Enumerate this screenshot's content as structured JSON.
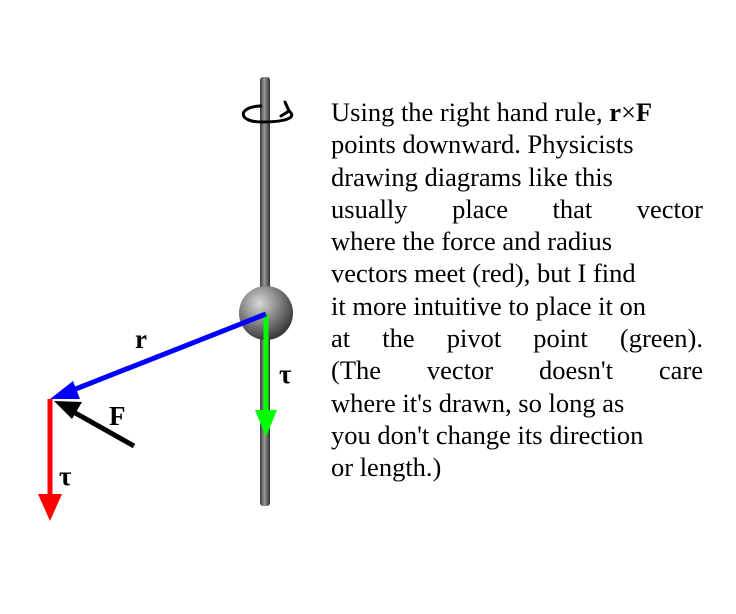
{
  "labels": {
    "r": "r",
    "force": "F",
    "tau_pivot": "τ",
    "tau_meeting": "τ"
  },
  "explanation": {
    "line1_prefix": "Using the right hand rule, ",
    "line1_r": "r",
    "line1_cross": "×",
    "line1_f": "F",
    "lines": [
      "points downward.  Physicists",
      "drawing diagrams like this",
      "usually place that vector",
      "where the force and radius",
      "vectors meet (red), but I find",
      "it more intuitive to place it on",
      "at the pivot point (green).",
      "(The vector doesn't care",
      "where it's drawn, so long as",
      "you don't change its direction",
      "or length.)"
    ]
  },
  "colors": {
    "radius_vector": "#0000ff",
    "force_vector": "#000000",
    "torque_at_meeting": "#ff0000",
    "torque_at_pivot": "#00ff00",
    "axle": "#555555"
  },
  "icons": {
    "rotation": "rotation-arrow-icon"
  }
}
